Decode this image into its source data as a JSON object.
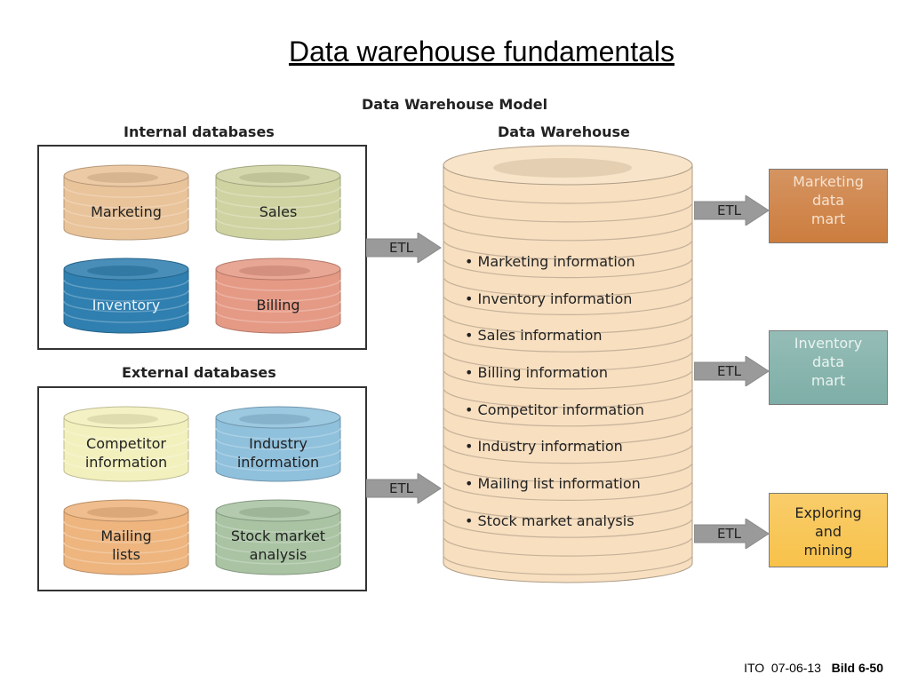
{
  "title": "Data warehouse fundamentals",
  "model_heading": "Data Warehouse Model",
  "internal": {
    "heading": "Internal databases",
    "dbs": [
      "Marketing",
      "Sales",
      "Inventory",
      "Billing"
    ]
  },
  "external": {
    "heading": "External databases",
    "dbs": [
      "Competitor\ninformation",
      "Industry\ninformation",
      "Mailing\nlists",
      "Stock market\nanalysis"
    ]
  },
  "warehouse": {
    "heading": "Data Warehouse",
    "items": [
      "• Marketing information",
      "• Inventory information",
      "• Sales information",
      "• Billing information",
      "• Competitor information",
      "• Industry information",
      "• Mailing list information",
      "• Stock market analysis"
    ]
  },
  "etl_label": "ETL",
  "outputs": [
    "Marketing\ndata\nmart",
    "Inventory\ndata\nmart",
    "Exploring\nand\nmining"
  ],
  "colors": {
    "marketing": "#e9c39a",
    "sales": "#cfd3a2",
    "inventory": "#2f7fb0",
    "billing": "#e59a85",
    "competitor": "#f2f0bd",
    "industry": "#8fc0dc",
    "mailing": "#eeb57f",
    "stock": "#a9c3a3",
    "warehouse": "#f7dfc0",
    "mart_marketing": "#cc7d3e",
    "mart_inventory": "#7eaea7",
    "mart_exploring": "#f8c24a",
    "arrow": "#9a9a9a"
  },
  "footer": {
    "course": "ITO",
    "date": "07-06-13",
    "slide": "Bild 6-50"
  }
}
